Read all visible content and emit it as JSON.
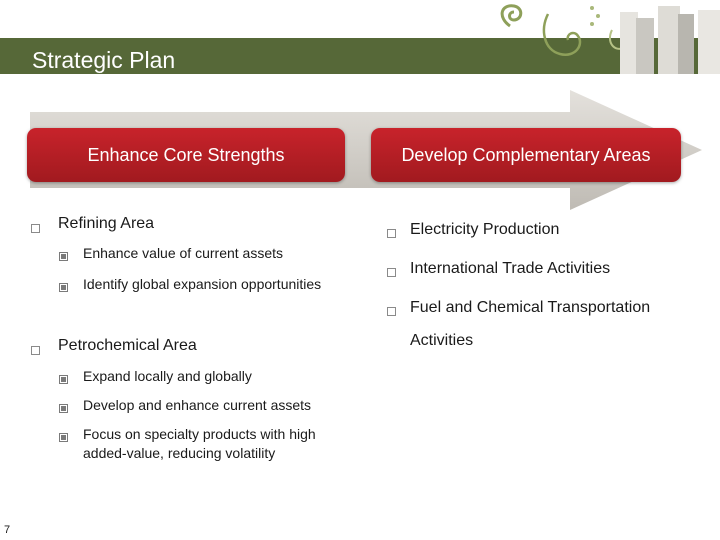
{
  "slide": {
    "title": "Strategic Plan",
    "page_number": "7"
  },
  "tabs": {
    "left": "Enhance Core Strengths",
    "right": "Develop Complementary Areas"
  },
  "left_column": {
    "refining": {
      "heading": "Refining Area",
      "items": [
        "Enhance value of current assets",
        "Identify global expansion opportunities"
      ]
    },
    "petrochemical": {
      "heading": "Petrochemical Area",
      "items": [
        "Expand locally and globally",
        "Develop and enhance current assets",
        "Focus on specialty products with high",
        "added-value, reducing volatility"
      ]
    }
  },
  "right_column": {
    "items": [
      "Electricity Production",
      "International Trade Activities",
      "Fuel and Chemical Transportation",
      "Activities"
    ]
  },
  "colors": {
    "title_bar": "#566838",
    "tab_red": "#b51f26",
    "arrow_gray": "#d8d5d0",
    "decor_green": "#8ea05a"
  }
}
